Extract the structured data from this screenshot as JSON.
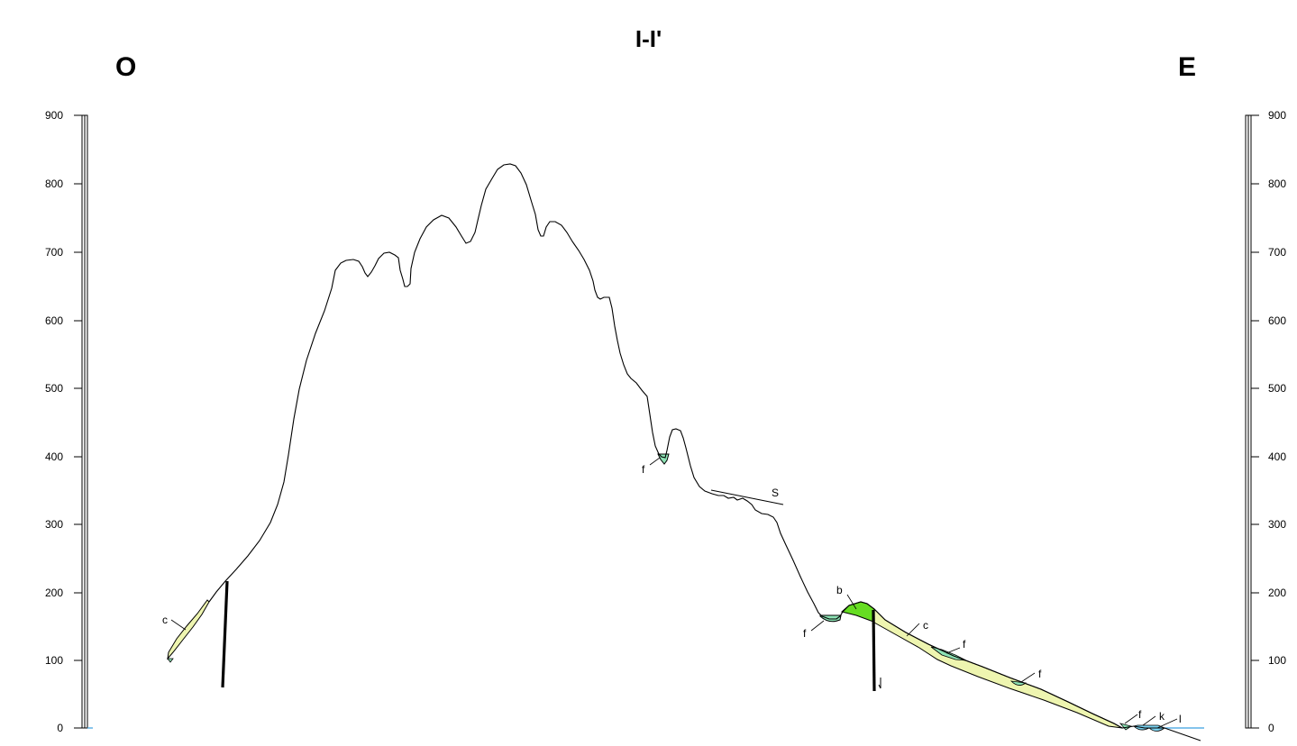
{
  "section": {
    "title": "I-I'",
    "west_label": "O",
    "east_label": "E"
  },
  "scale": {
    "ticks": [
      "0",
      "100",
      "200",
      "300",
      "400",
      "500",
      "600",
      "700",
      "800",
      "900"
    ]
  },
  "units": {
    "c": "c",
    "f": "f",
    "b": "b",
    "S": "S",
    "k": "k",
    "l": "l"
  },
  "colors": {
    "c_unit": "#eef5b0",
    "f_unit": "#8de3b5",
    "b_unit": "#66dd22",
    "k_unit": "#7ad2f0",
    "sea": "#3aa0e0",
    "line": "#000000"
  }
}
